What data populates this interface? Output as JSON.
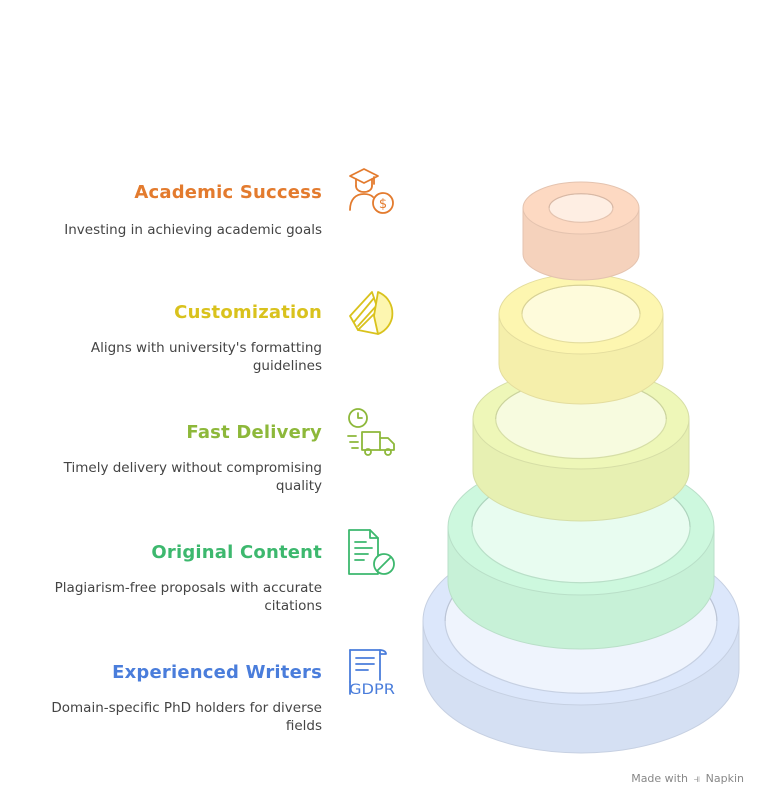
{
  "items": [
    {
      "title": "Academic Success",
      "description": "Investing in achieving academic goals",
      "color": "#E37B2E",
      "icon": "graduate-money-icon"
    },
    {
      "title": "Customization",
      "description": "Aligns with university's formatting guidelines",
      "color": "#D9C21D",
      "icon": "document-stack-icon"
    },
    {
      "title": "Fast Delivery",
      "description": "Timely delivery without compromising quality",
      "color": "#8DB83A",
      "icon": "clock-truck-icon"
    },
    {
      "title": "Original Content",
      "description": "Plagiarism-free proposals with accurate citations",
      "color": "#3DB86E",
      "icon": "document-no-copy-icon"
    },
    {
      "title": "Experienced Writers",
      "description": "Domain-specific PhD holders for diverse fields",
      "color": "#4A7DDB",
      "icon": "gdpr-document-icon"
    }
  ],
  "rings": [
    {
      "name": "academic-success",
      "fill": "#FDD9C2"
    },
    {
      "name": "customization",
      "fill": "#FDF6B0"
    },
    {
      "name": "fast-delivery",
      "fill": "#EEF7B8"
    },
    {
      "name": "original-content",
      "fill": "#CDF8DE"
    },
    {
      "name": "experienced-writers",
      "fill": "#DCE7FB"
    }
  ],
  "footer": {
    "made_with": "Made with",
    "brand": "Napkin"
  }
}
